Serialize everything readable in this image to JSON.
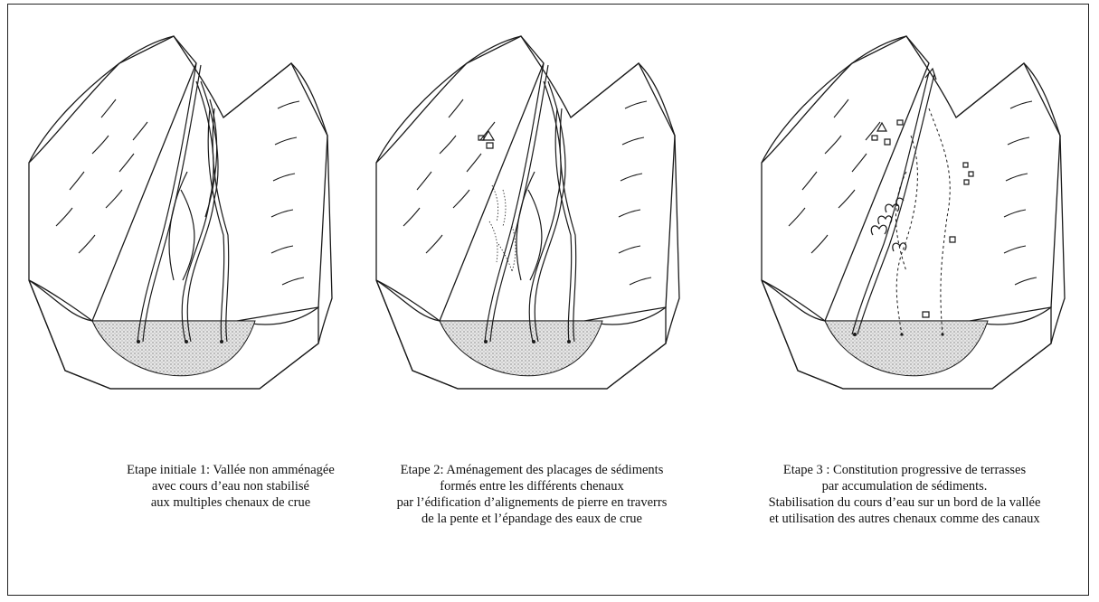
{
  "panels": [
    {
      "caption_lines": [
        "Etape initiale 1: Vallée non amménagée",
        "avec cours d’eau non stabilisé",
        "aux multiples chenaux de crue"
      ]
    },
    {
      "caption_lines": [
        "Etape 2: Aménagement des placages de sédiments",
        "formés entre les différents chenaux",
        "par l’édification d’alignements de pierre en traverrs",
        "de la pente et l’épandage des eaux de crue"
      ]
    },
    {
      "caption_lines": [
        "Etape 3 : Constitution progressive de terrasses",
        "par accumulation de sédiments.",
        "Stabilisation du cours d’eau sur un bord de la vallée",
        "et utilisation des autres chenaux comme des canaux"
      ]
    }
  ],
  "colors": {
    "ink": "#1a1a1a",
    "sediment": "#d6d6d6",
    "paper": "#ffffff"
  }
}
